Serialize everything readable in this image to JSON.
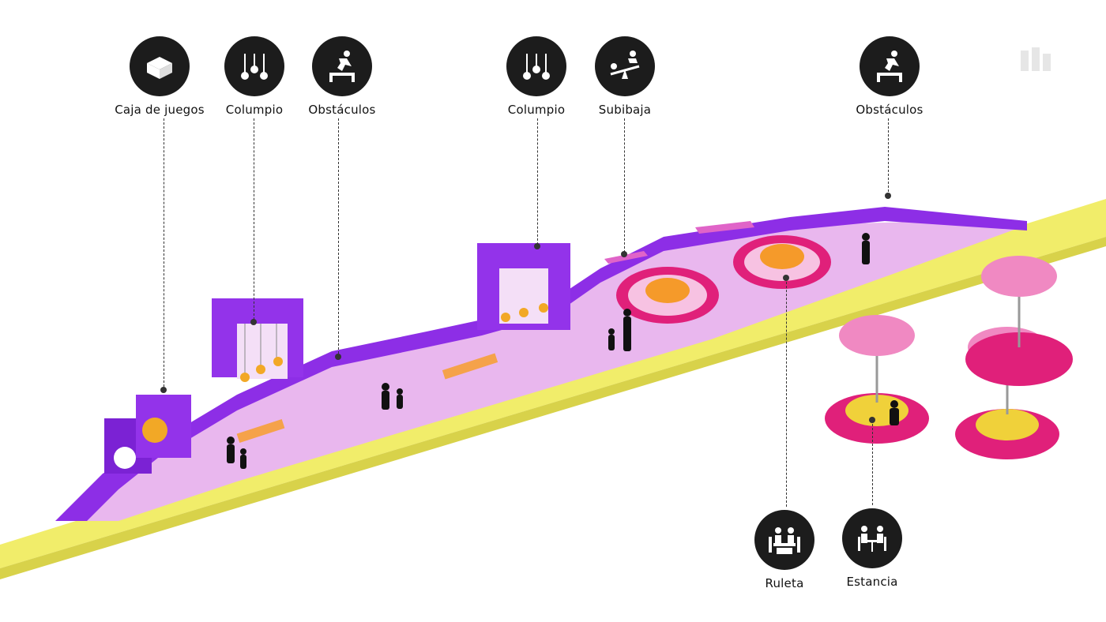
{
  "callouts": {
    "caja_de_juegos": {
      "label": "Caja de juegos",
      "icon": "box-icon"
    },
    "columpio_1": {
      "label": "Columpio",
      "icon": "swing-icon"
    },
    "obstaculos_1": {
      "label": "Obstáculos",
      "icon": "hurdle-icon"
    },
    "columpio_2": {
      "label": "Columpio",
      "icon": "swing-icon"
    },
    "subibaja": {
      "label": "Subibaja",
      "icon": "seesaw-icon"
    },
    "obstaculos_2": {
      "label": "Obstáculos",
      "icon": "hurdle-icon"
    },
    "ruleta": {
      "label": "Ruleta",
      "icon": "group-seating-icon"
    },
    "estancia": {
      "label": "Estancia",
      "icon": "table-seating-icon"
    }
  },
  "colors": {
    "path_yellow": "#f2ee6a",
    "wall_purple": "#8a2be2",
    "floor_lilac": "#e8b4ec",
    "accent_pink": "#e0207a",
    "accent_orange": "#f59a2a",
    "icon_bg": "#1c1c1c"
  }
}
